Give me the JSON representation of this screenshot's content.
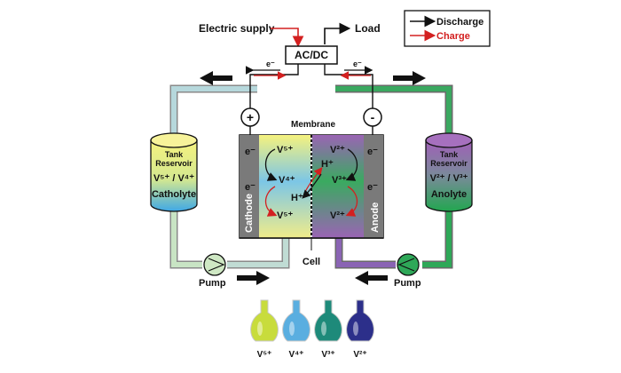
{
  "header": {
    "electric_supply": "Electric supply",
    "load": "Load",
    "acdc": "AC/DC"
  },
  "legend": {
    "discharge": "Discharge",
    "charge": "Charge",
    "discharge_color": "#111111",
    "charge_color": "#d32020"
  },
  "electron_symbol": "e⁻",
  "terminals": {
    "positive": "+",
    "negative": "-"
  },
  "membrane_label": "Membrane",
  "cell_label": "Cell",
  "cathode_label": "Cathode",
  "anode_label": "Anode",
  "left_half": {
    "e_top": "e⁻",
    "e_bottom": "e⁻",
    "v_top": "V⁵⁺",
    "v_mid": "V⁴⁺",
    "h": "H⁺",
    "v_bottom": "V⁵⁺"
  },
  "right_half": {
    "e_top": "e⁻",
    "e_bottom": "e⁻",
    "v_top": "V²⁺",
    "h": "H⁺",
    "v_mid": "V³⁺",
    "v_bottom": "V²⁺"
  },
  "left_tank": {
    "title_line1": "Tank",
    "title_line2": "Reservoir",
    "ions": "V⁵⁺ / V⁴⁺",
    "name": "Catholyte"
  },
  "right_tank": {
    "title_line1": "Tank",
    "title_line2": "Reservoir",
    "ions": "V²⁺ / V³⁺",
    "name": "Anolyte"
  },
  "pump_label_left": "Pump",
  "pump_label_right": "Pump",
  "flasks": [
    {
      "label": "V⁵⁺",
      "color": "#c8dc3c"
    },
    {
      "label": "V⁴⁺",
      "color": "#5aaee0"
    },
    {
      "label": "V³⁺",
      "color": "#1e8a7a"
    },
    {
      "label": "V²⁺",
      "color": "#2c2f8a"
    }
  ],
  "colors": {
    "catholyte_top": "#f4f08a",
    "catholyte_bottom": "#4ab0e8",
    "anolyte_top": "#9a5cb0",
    "anolyte_bottom": "#28a850",
    "left_pipe": "#a8d4d8",
    "right_pipe": "#2ea058",
    "electrode": "#7a7a7a"
  }
}
